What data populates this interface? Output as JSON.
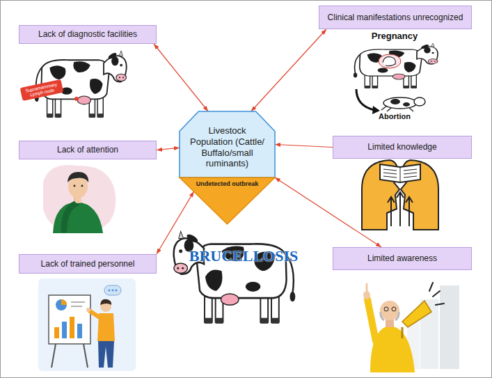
{
  "diagram": {
    "nodes": [
      {
        "text": [
          "Lack of diagnostic facilities"
        ]
      },
      {
        "text": [
          "Clinical manifestations unrecognized"
        ]
      },
      {
        "text": [
          "Livestock Population (Cattle/ Buffalo/small ruminants)"
        ]
      },
      {
        "text": [
          "Lack of attention"
        ]
      },
      {
        "text": [
          "Limited knowledge"
        ]
      },
      {
        "text": [
          "Undetected outbreak"
        ]
      },
      {
        "text": [
          "Lack of trained personnel"
        ]
      },
      {
        "text": [
          "Limited awareness"
        ]
      }
    ],
    "edges": [
      {
        "from": 0,
        "to": 2,
        "arrow": "both"
      },
      {
        "from": 1,
        "to": 2,
        "arrow": "both"
      },
      {
        "from": 3,
        "to": 2,
        "arrow": "both"
      },
      {
        "from": 4,
        "to": 2,
        "arrow": "to"
      },
      {
        "from": 6,
        "to": 5,
        "arrow": "both"
      },
      {
        "from": 2,
        "to": 7,
        "arrow": "both"
      }
    ],
    "labels": [
      "Supramammary Lymph node",
      "Pregnancy",
      "Abortion",
      "BRUCELLOSIS"
    ]
  }
}
